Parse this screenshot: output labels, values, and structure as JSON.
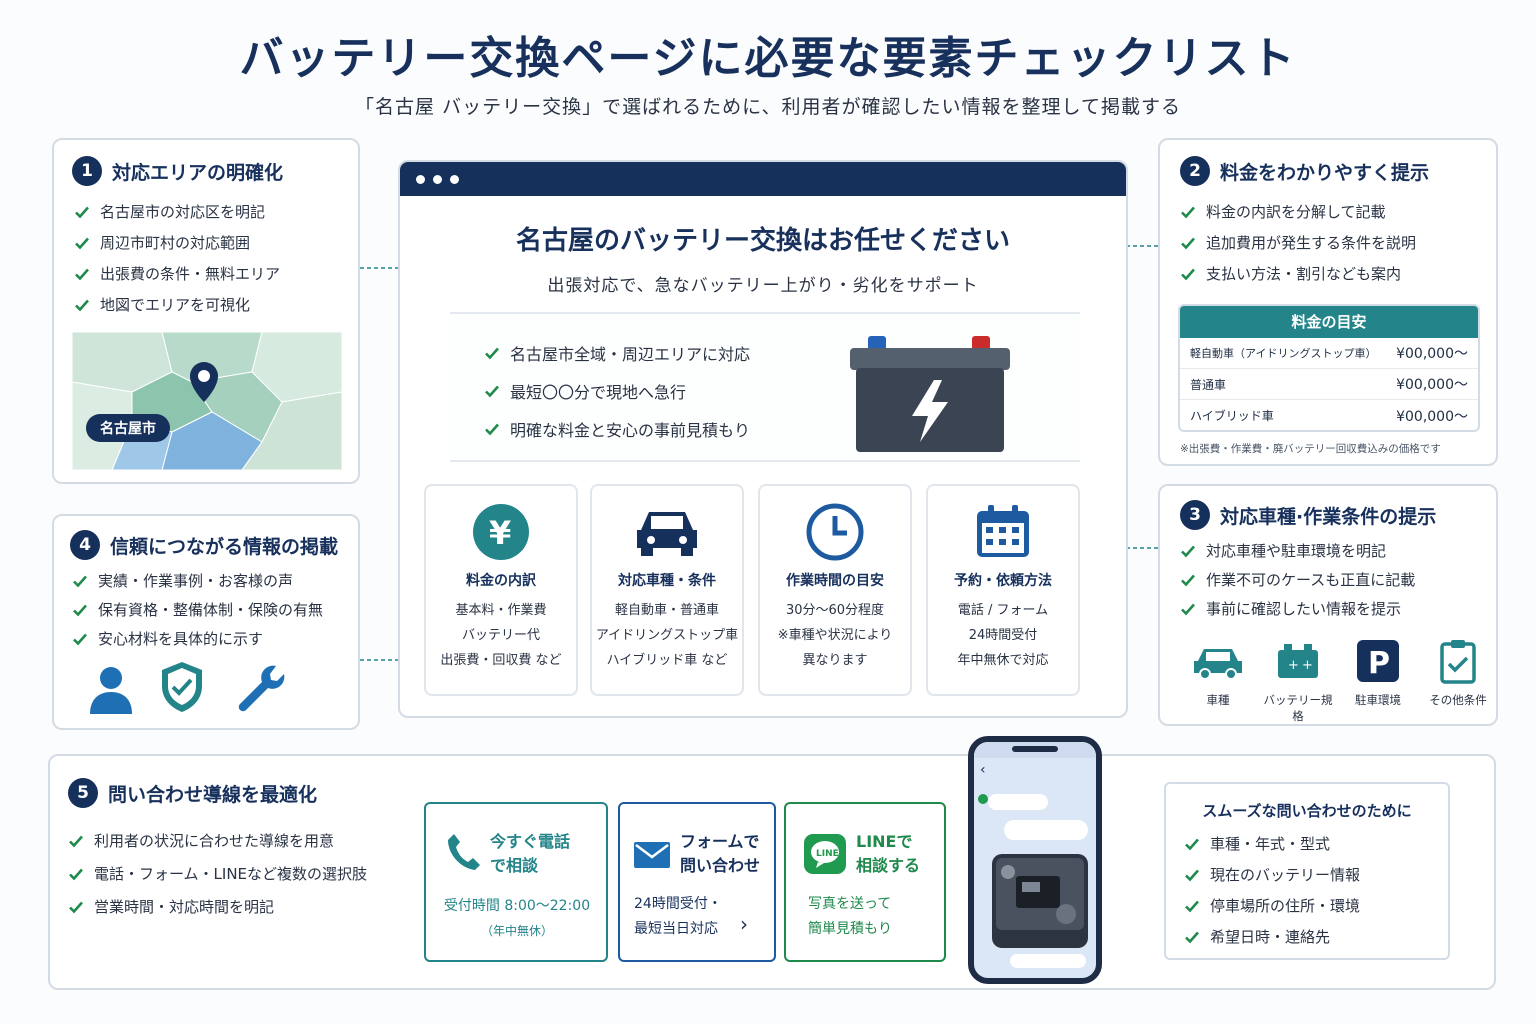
{
  "title": "バッテリー交換ページに必要な要素チェックリスト",
  "subtitle": "「名古屋 バッテリー交換」で選ばれるために、利用者が確認したい情報を整理して掲載する",
  "colors": {
    "navy": "#16305c",
    "teal": "#23848a",
    "green": "#1f8a4c",
    "blue": "#1e6fb4"
  },
  "section1": {
    "num": "1",
    "title": "対応エリアの明確化",
    "items": [
      "名古屋市の対応区を明記",
      "周辺市町村の対応範囲",
      "出張費の条件・無料エリア",
      "地図でエリアを可視化"
    ],
    "map_label": "名古屋市"
  },
  "section2": {
    "num": "2",
    "title": "料金をわかりやすく提示",
    "items": [
      "料金の内訳を分解して記載",
      "追加費用が発生する条件を説明",
      "支払い方法・割引なども案内"
    ],
    "table_title": "料金の目安",
    "rows": [
      {
        "label": "軽自動車（アイドリングストップ車）",
        "price": "¥00,000〜"
      },
      {
        "label": "普通車",
        "price": "¥00,000〜"
      },
      {
        "label": "ハイブリッド車",
        "price": "¥00,000〜"
      }
    ],
    "note": "※出張費・作業費・廃バッテリー回収費込みの価格です"
  },
  "section3": {
    "num": "3",
    "title": "対応車種·作業条件の提示",
    "items": [
      "対応車種や駐車環境を明記",
      "作業不可のケースも正直に記載",
      "事前に確認したい情報を提示"
    ],
    "icons": [
      {
        "icon": "car-icon",
        "label": "車種"
      },
      {
        "icon": "battery-icon",
        "label": "バッテリー規格"
      },
      {
        "icon": "parking-icon",
        "label": "駐車環境"
      },
      {
        "icon": "clipboard-icon",
        "label": "その他条件"
      }
    ]
  },
  "section4": {
    "num": "4",
    "title": "信頼につながる情報の掲載",
    "items": [
      "実績・作業事例・お客様の声",
      "保有資格・整備体制・保険の有無",
      "安心材料を具体的に示す"
    ],
    "icons": [
      "person-icon",
      "shield-icon",
      "wrench-icon"
    ]
  },
  "section5": {
    "num": "5",
    "title": "問い合わせ導線を最適化",
    "items": [
      "利用者の状況に合わせた導線を用意",
      "電話・フォーム・LINEなど複数の選択肢",
      "営業時間・対応時間を明記"
    ],
    "cta": [
      {
        "icon": "phone-icon",
        "title1": "今すぐ電話",
        "title2": "で相談",
        "text1": "受付時間 8:00〜22:00",
        "text2": "（年中無休）"
      },
      {
        "icon": "mail-icon",
        "title1": "フォームで",
        "title2": "問い合わせ",
        "text1": "24時間受付・",
        "text2": "最短当日対応"
      },
      {
        "icon": "line-icon",
        "title1": "LINEで",
        "title2": "相談する",
        "text1": "写真を送って",
        "text2": "簡単見積もり"
      }
    ],
    "smooth_title": "スムーズな問い合わせのために",
    "smooth_items": [
      "車種・年式・型式",
      "現在のバッテリー情報",
      "停車場所の住所・環境",
      "希望日時・連絡先"
    ]
  },
  "center": {
    "heading": "名古屋のバッテリー交換はお任せください",
    "sub": "出張対応で、急なバッテリー上がり・劣化をサポート",
    "hero_items": [
      "名古屋市全域・周辺エリアに対応",
      "最短〇〇分で現地へ急行",
      "明確な料金と安心の事前見積もり"
    ],
    "features": [
      {
        "icon": "yen-icon",
        "title": "料金の内訳",
        "lines": [
          "基本料・作業費",
          "バッテリー代",
          "出張費・回収費 など"
        ]
      },
      {
        "icon": "car-icon",
        "title": "対応車種・条件",
        "lines": [
          "軽自動車・普通車",
          "アイドリングストップ車",
          "ハイブリッド車 など"
        ]
      },
      {
        "icon": "clock-icon",
        "title": "作業時間の目安",
        "lines": [
          "30分〜60分程度",
          "※車種や状況により",
          "異なります"
        ]
      },
      {
        "icon": "calendar-icon",
        "title": "予約・依頼方法",
        "lines": [
          "電話 / フォーム",
          "24時間受付",
          "年中無休で対応"
        ]
      }
    ]
  }
}
